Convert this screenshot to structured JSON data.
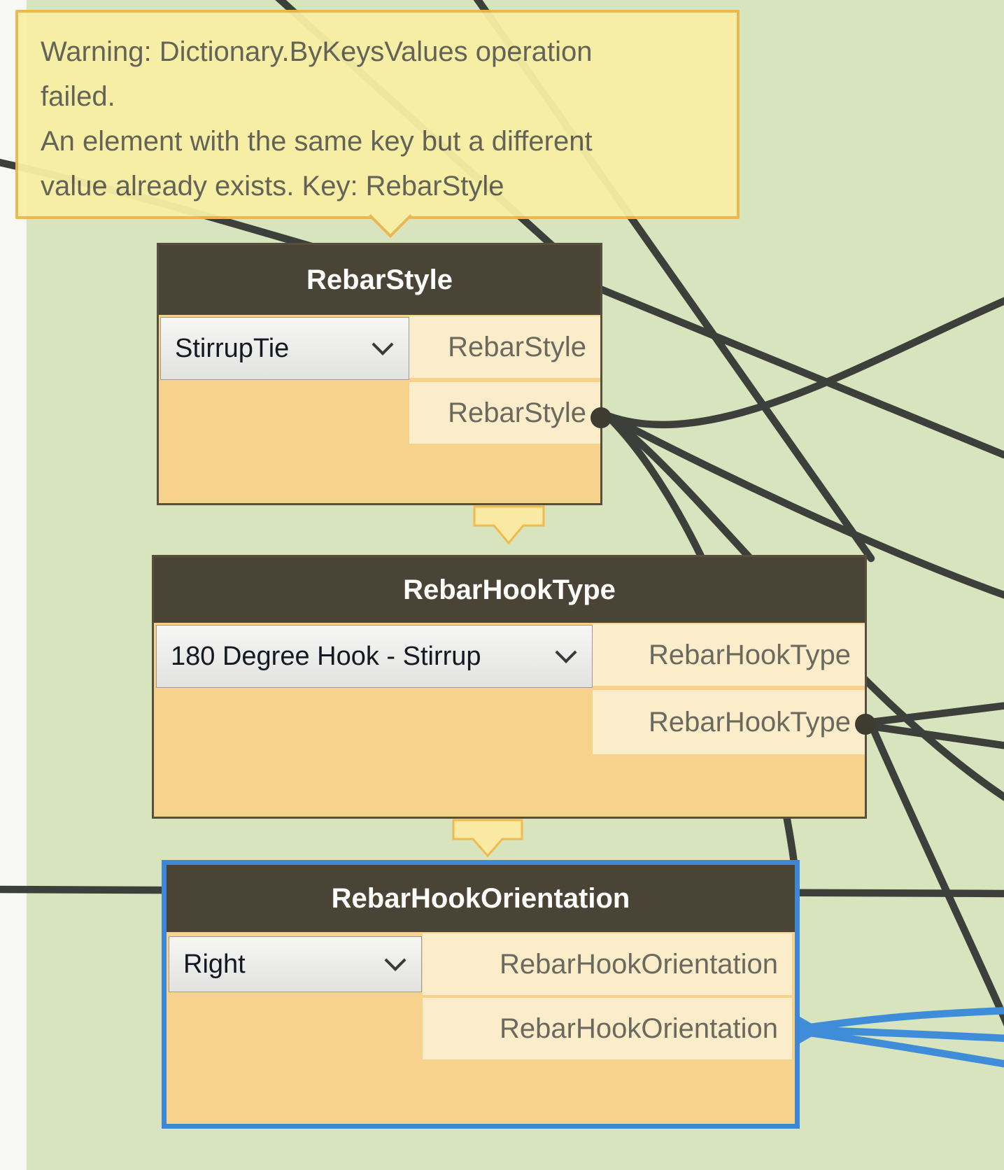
{
  "app": {
    "view_name": "Dynamo node graph canvas"
  },
  "warning_tooltip": {
    "lines": [
      "Warning: Dictionary.ByKeysValues operation",
      "failed.",
      "An element with the same key but a different",
      "value already exists. Key: RebarStyle"
    ]
  },
  "nodes": [
    {
      "title": "RebarStyle",
      "dropdown_value": "StirrupTie",
      "outputs": [
        "RebarStyle",
        "RebarStyle"
      ],
      "selected": false,
      "has_warning": true
    },
    {
      "title": "RebarHookType",
      "dropdown_value": "180 Degree Hook - Stirrup",
      "outputs": [
        "RebarHookType",
        "RebarHookType"
      ],
      "selected": false,
      "has_warning": true
    },
    {
      "title": "RebarHookOrientation",
      "dropdown_value": "Right",
      "outputs": [
        "RebarHookOrientation",
        "RebarHookOrientation"
      ],
      "selected": true,
      "has_warning": false
    }
  ],
  "icons": {
    "dropdown_chevron": "chevron-down-icon",
    "output_port": "output-port-dot",
    "warning_pointer": "warning-bubble-pointer"
  },
  "colors": {
    "group-bg": "#d7e4be",
    "canvas-bg": "#f8f8f5",
    "node-header": "#4a4436",
    "node-body": "#f6d28d",
    "node-row": "#fbedc9",
    "wire": "#3c3f3a",
    "wire-selected": "#3f8dd8",
    "selection-blue": "#3e87d6",
    "tooltip-bg": "#f8efa4",
    "tooltip-border": "#edb54e"
  }
}
